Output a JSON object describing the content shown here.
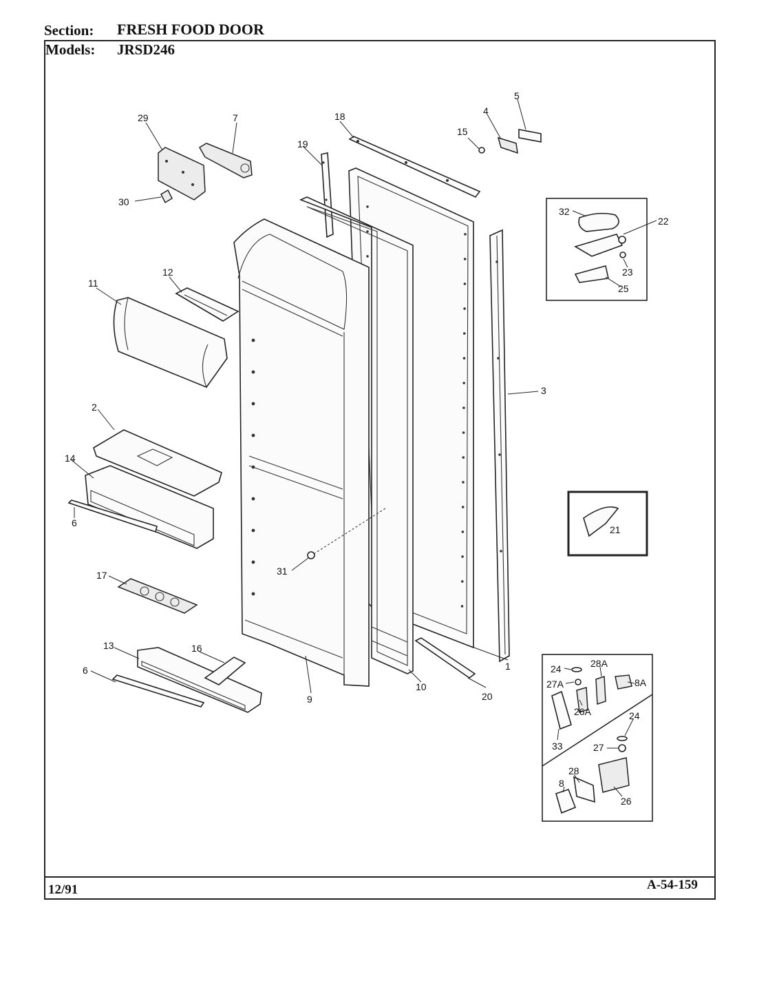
{
  "header": {
    "section_label": "Section:",
    "section_value": "FRESH FOOD DOOR",
    "models_label": "Models:",
    "models_value": "JRSD246"
  },
  "footer": {
    "date": "12/91",
    "doc_number": "A-54-159"
  },
  "callouts": {
    "p1": "1",
    "p2": "2",
    "p3": "3",
    "p4": "4",
    "p5": "5",
    "p6a": "6",
    "p6b": "6",
    "p7": "7",
    "p8": "8",
    "p8A": "8A",
    "p9": "9",
    "p10": "10",
    "p11": "11",
    "p12": "12",
    "p13": "13",
    "p14": "14",
    "p15": "15",
    "p16": "16",
    "p17": "17",
    "p18": "18",
    "p19": "19",
    "p20": "20",
    "p21": "21",
    "p22": "22",
    "p23": "23",
    "p24a": "24",
    "p24b": "24",
    "p25": "25",
    "p26": "26",
    "p26A": "26A",
    "p27": "27",
    "p27A": "27A",
    "p28": "28",
    "p28A": "28A",
    "p29": "29",
    "p30": "30",
    "p31": "31",
    "p32": "32",
    "p33": "33"
  }
}
